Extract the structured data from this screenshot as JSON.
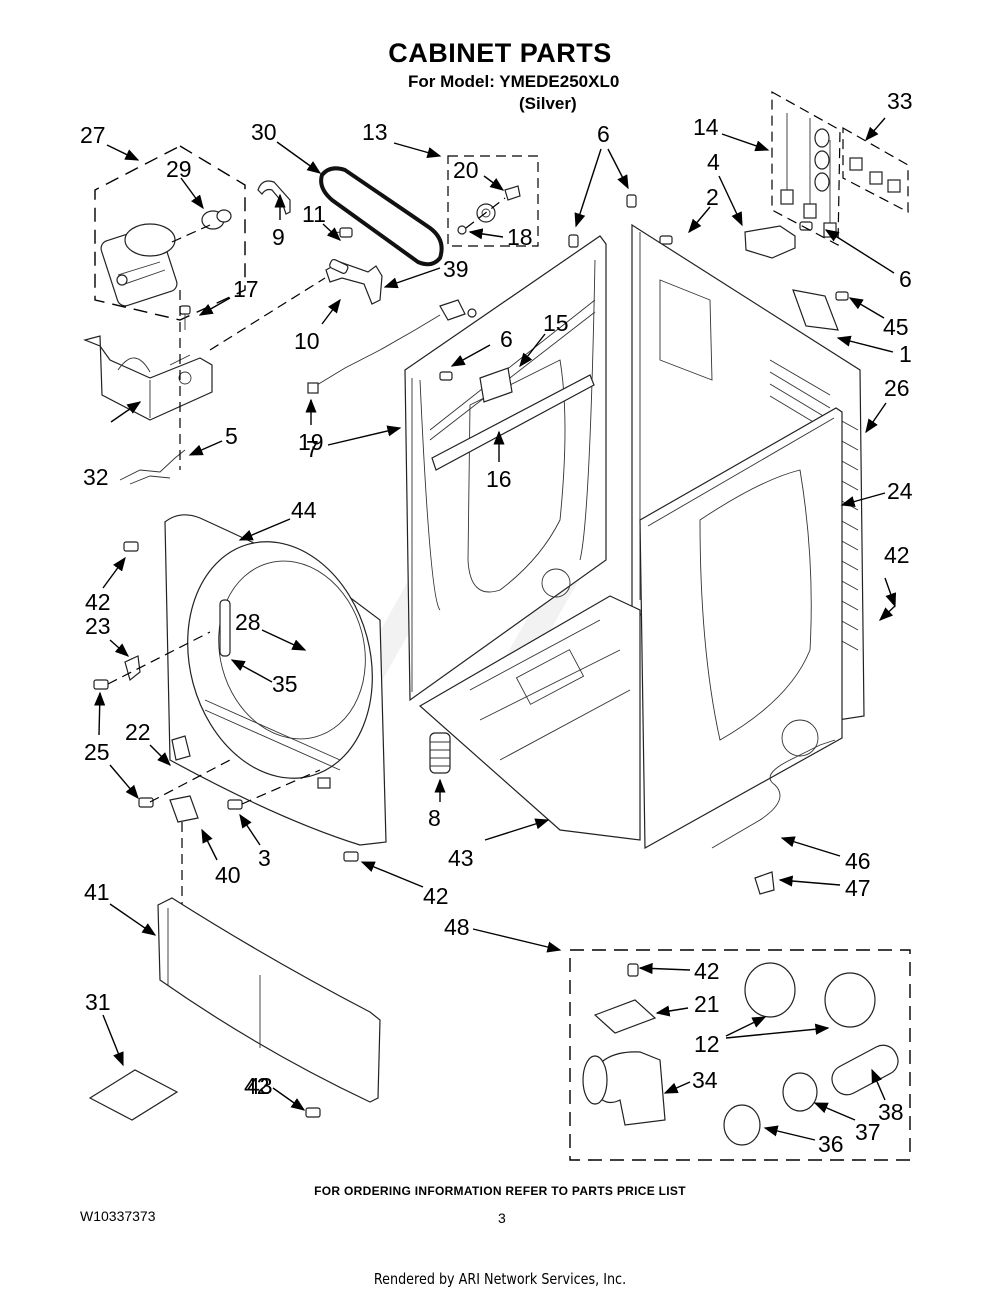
{
  "header": {
    "title": "CABINET PARTS",
    "model_line": "For Model: YMEDE250XL0",
    "variant": "(Silver)"
  },
  "callouts": {
    "c27": "27",
    "c29": "29",
    "c30": "30",
    "c13": "13",
    "c20": "20",
    "c18": "18",
    "c6a": "6",
    "c14": "14",
    "c33": "33",
    "c4": "4",
    "c2": "2",
    "c6b": "6",
    "c45": "45",
    "c1": "1",
    "c9": "9",
    "c11": "11",
    "c39": "39",
    "c17": "17",
    "c10": "10",
    "c15": "15",
    "c6c": "6",
    "c19": "19",
    "c16": "16",
    "c7": "7",
    "c32": "32",
    "c5": "5",
    "c26": "26",
    "c24": "24",
    "c44": "44",
    "c42a": "42",
    "c23": "23",
    "c28": "28",
    "c35": "35",
    "c25": "25",
    "c22": "22",
    "c3": "3",
    "c40": "40",
    "c8": "8",
    "c43": "43",
    "c42b": "42",
    "c42c": "42",
    "c46": "46",
    "c47": "47",
    "c41": "41",
    "c48": "48",
    "c42d": "42",
    "c21": "21",
    "c12": "12",
    "c31": "31",
    "c34": "34",
    "c42e": "42",
    "c43b": "43",
    "c37": "37",
    "c38": "38",
    "c36": "36"
  },
  "footer": {
    "note": "FOR ORDERING INFORMATION REFER TO PARTS PRICE LIST",
    "doc_number": "W10337373",
    "page_number": "3",
    "rendered_by": "Rendered by ARI Network Services, Inc."
  }
}
